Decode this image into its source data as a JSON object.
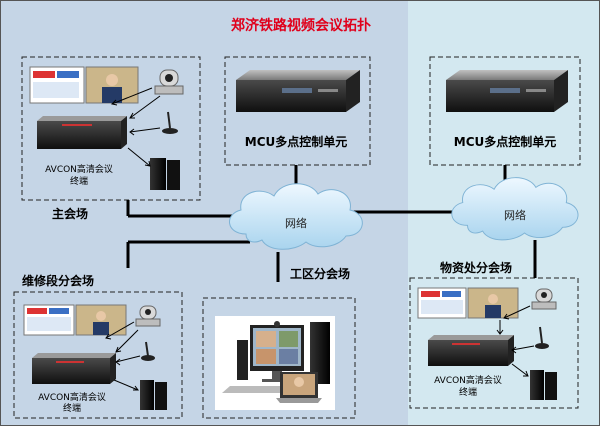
{
  "title": "郑济铁路视频会议拓扑",
  "labels": {
    "mcu_left": "MCU多点控制单元",
    "mcu_right": "MCU多点控制单元",
    "network_left": "网络",
    "network_right": "网络",
    "main_venue": "主会场",
    "maintenance_venue": "维修段分会场",
    "work_area_venue": "工区分会场",
    "material_venue": "物资处分会场"
  },
  "terminals": {
    "main_line1": "AVCON高清会议",
    "main_line2": "终端",
    "maint_line1": "AVCON高清会议",
    "maint_line2": "终端",
    "mat_line1": "AVCON高清会议",
    "mat_line2": "终端"
  },
  "colors": {
    "left_panel": "#c5d5e6",
    "right_panel": "#d3e8f0",
    "title_red": "#e0001b",
    "cloud": "#c8e4f4",
    "device_dark": "#1a1a1a"
  }
}
